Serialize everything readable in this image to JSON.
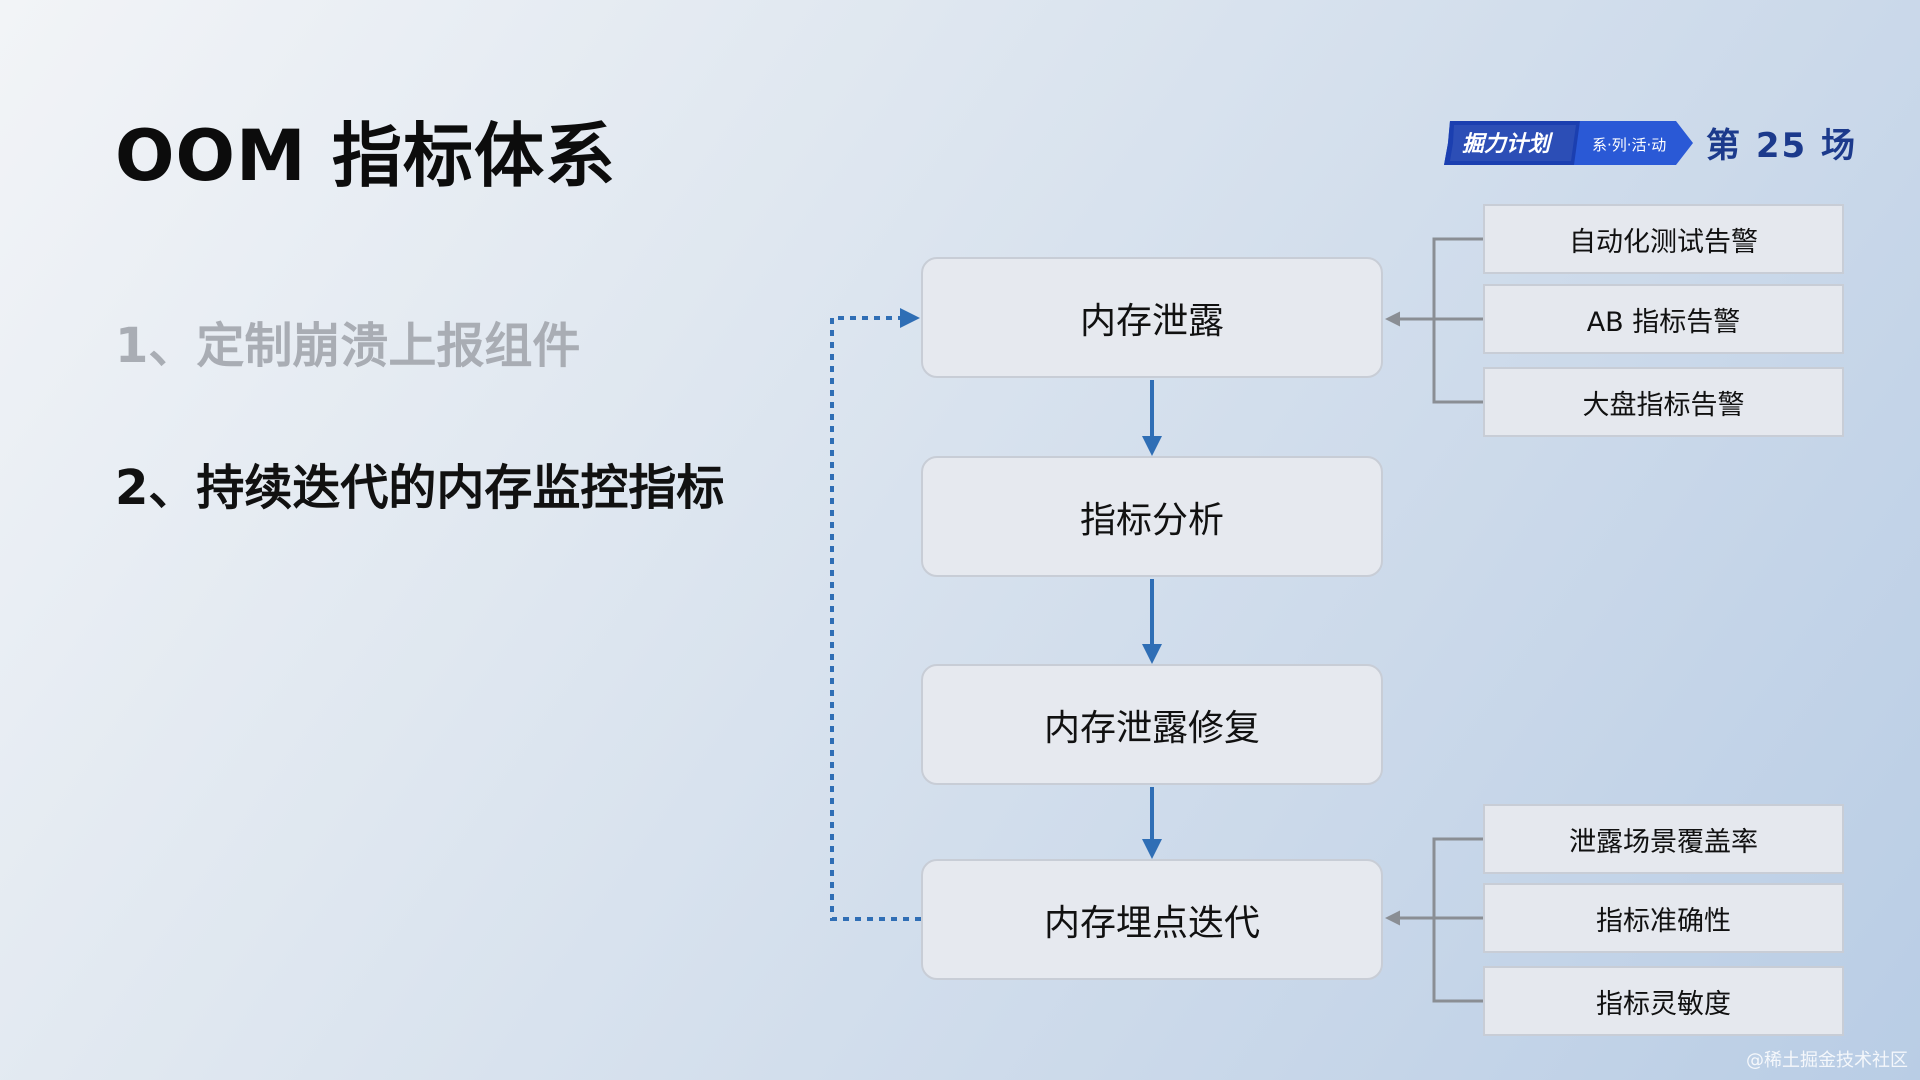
{
  "title": "OOM 指标体系",
  "points": [
    "1、定制崩溃上报组件",
    "2、持续迭代的内存监控指标"
  ],
  "badge": {
    "main": "掘力计划",
    "sub": "系·列·活·动",
    "session": "第 25 场"
  },
  "flow": [
    "内存泄露",
    "指标分析",
    "内存泄露修复",
    "内存埋点迭代"
  ],
  "alerts": [
    "自动化测试告警",
    "AB 指标告警",
    "大盘指标告警"
  ],
  "metrics": [
    "泄露场景覆盖率",
    "指标准确性",
    "指标灵敏度"
  ],
  "watermark": "@稀土掘金技术社区",
  "colors": {
    "arrow": "#2f6eb5",
    "connector": "#8a8e94",
    "badge": "#2a59d6"
  }
}
